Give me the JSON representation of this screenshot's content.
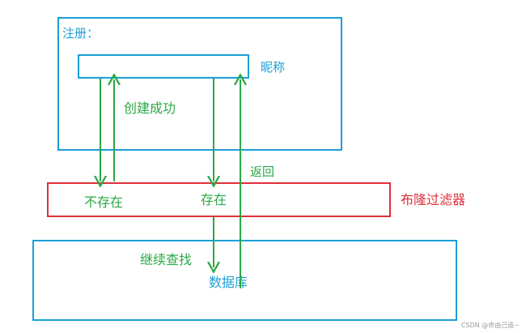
{
  "colors": {
    "blue": "#1a9fd8",
    "red": "#e0303a",
    "green": "#2aa844"
  },
  "register_box": {
    "title": "注册：",
    "field_label": "昵称"
  },
  "bloom_filter": {
    "label": "布隆过滤器",
    "not_exist": "不存在",
    "exist": "存在"
  },
  "database_box": {
    "label": "数据库"
  },
  "edges": {
    "create_success": "创建成功",
    "return": "返回",
    "continue_search": "继续查找"
  },
  "watermark": "CSDN @命由己造~"
}
